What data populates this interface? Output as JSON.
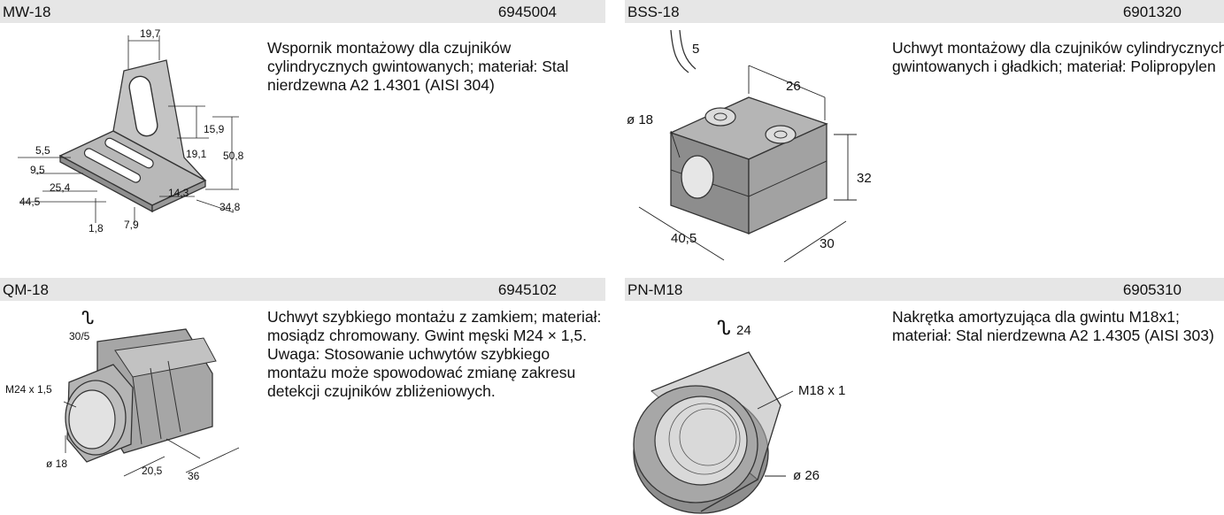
{
  "products": [
    {
      "name": "MW-18",
      "code": "6945004",
      "description": "Wspornik montażowy dla czujników cylindrycznych gwintowanych; materiał: Stal nierdzewna A2 1.4301 (AISI 304)",
      "dims": [
        "19,7",
        "5,5",
        "15,9",
        "9,5",
        "19,1",
        "50,8",
        "25,4",
        "44,5",
        "14,3",
        "34,8",
        "1,8",
        "7,9"
      ]
    },
    {
      "name": "BSS-18",
      "code": "6901320",
      "description": "Uchwyt montażowy dla czujników cylindrycznych gwintowanych i gładkich; materiał: Polipropylen",
      "dims": [
        "5",
        "26",
        "ø 18",
        "32",
        "40,5",
        "30"
      ]
    },
    {
      "name": "QM-18",
      "code": "6945102",
      "description": "Uchwyt szybkiego montażu z zamkiem; materiał: mosiądz chromowany. Gwint męski M24 × 1,5. Uwaga: Stosowanie uchwytów szybkiego montażu może spowodować zmianę zakresu detekcji czujników zbliżeniowych.",
      "dims": [
        "30/5",
        "M24 x 1,5",
        "ø 18",
        "20,5",
        "36"
      ]
    },
    {
      "name": "PN-M18",
      "code": "6905310",
      "description": "Nakrętka amortyzująca dla gwintu M18x1; materiał: Stal nierdzewna A2 1.4305 (AISI 303)",
      "dims": [
        "24",
        "M18 x 1",
        "ø 26"
      ]
    }
  ]
}
